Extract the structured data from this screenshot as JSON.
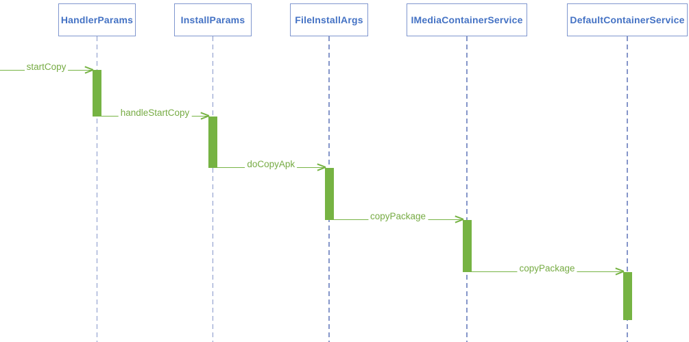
{
  "diagram": {
    "type": "uml-sequence-diagram",
    "colors": {
      "participant_text": "#4472c4",
      "participant_border": "#7e95ce",
      "lifeline": "#8495c9",
      "activation_fill": "#76b343",
      "message": "#76ab43",
      "background": "#ffffff"
    },
    "participants": [
      {
        "name": "HandlerParams"
      },
      {
        "name": "InstallParams"
      },
      {
        "name": "FileInstallArgs"
      },
      {
        "name": "IMediaContainerService"
      },
      {
        "name": "DefaultContainerService"
      }
    ],
    "messages": [
      {
        "label": "startCopy",
        "from": "external",
        "to": "HandlerParams"
      },
      {
        "label": "handleStartCopy",
        "from": "HandlerParams",
        "to": "InstallParams"
      },
      {
        "label": "doCopyApk",
        "from": "InstallParams",
        "to": "FileInstallArgs"
      },
      {
        "label": "copyPackage",
        "from": "FileInstallArgs",
        "to": "IMediaContainerService"
      },
      {
        "label": "copyPackage",
        "from": "IMediaContainerService",
        "to": "DefaultContainerService"
      }
    ]
  }
}
